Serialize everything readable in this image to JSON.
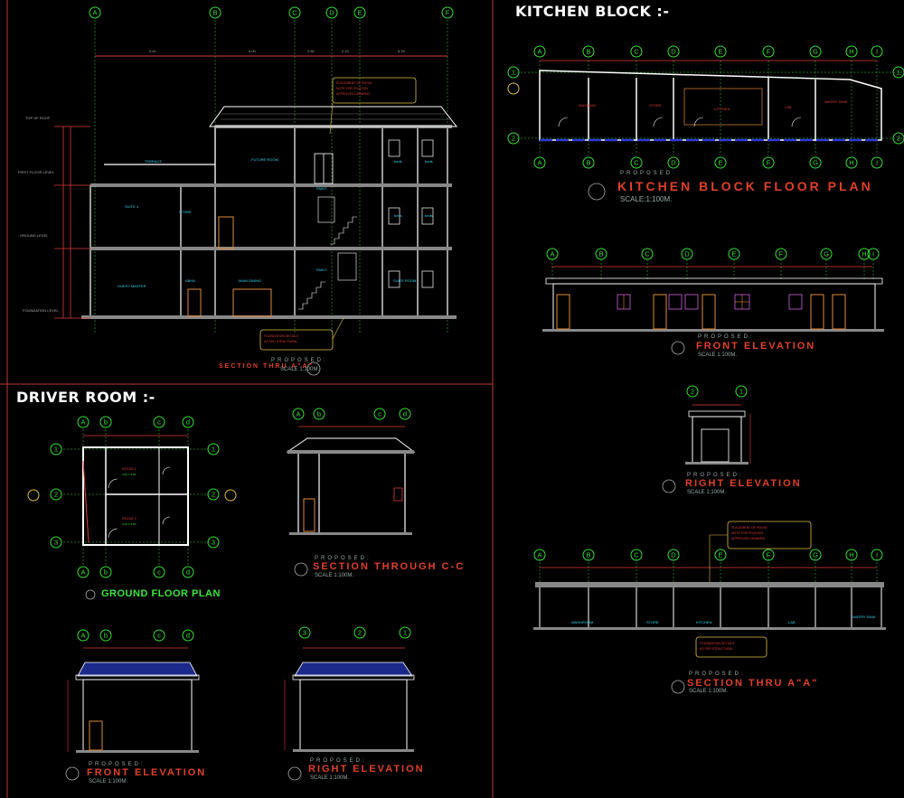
{
  "headers": {
    "kitchen_block": "KITCHEN BLOCK :-",
    "driver_room": "DRIVER ROOM :-"
  },
  "drawings": {
    "kitchen_plan": {
      "proposed": "PROPOSED:",
      "title": "KITCHEN BLOCK FLOOR PLAN",
      "scale": "SCALE:1:100M."
    },
    "kitchen_front": {
      "proposed": "PROPOSED:",
      "title": "FRONT ELEVATION",
      "scale": "SCALE 1:100M."
    },
    "kitchen_right": {
      "proposed": "PROPOSED:",
      "title": "RIGHT ELEVATION",
      "scale": "SCALE 1:100M."
    },
    "kitchen_section": {
      "proposed": "PROPOSED:",
      "title": "SECTION THRU A\"A\"",
      "scale": "SCALE 1:100M."
    },
    "main_section": {
      "proposed": "PROPOSED:",
      "title": "SECTION THRU A\"A\"",
      "scale": "SCALE 1:100M."
    },
    "driver_plan": {
      "title": "GROUND FLOOR PLAN"
    },
    "driver_section": {
      "proposed": "PROPOSED:",
      "title": "SECTION THROUGH C-C",
      "scale": "SCALE 1:100M."
    },
    "driver_front": {
      "proposed": "PROPOSED:",
      "title": "FRONT ELEVATION",
      "scale": "SCALE 1:100M."
    },
    "driver_right": {
      "proposed": "PROPOSED:",
      "title": "RIGHT ELEVATION",
      "scale": "SCALE 1:100M."
    }
  },
  "grids": {
    "main_section": [
      "A",
      "B",
      "C",
      "D",
      "E",
      "F"
    ],
    "kitchen_plan": [
      "A",
      "B",
      "C",
      "D",
      "E",
      "F",
      "G",
      "H",
      "I"
    ],
    "kitchen_plan_rows": [
      "1",
      "2"
    ],
    "kitchen_front": [
      "A",
      "B",
      "C",
      "D",
      "E",
      "F",
      "G",
      "H",
      "I"
    ],
    "kitchen_right": [
      "2",
      "1"
    ],
    "kitchen_section": [
      "A",
      "B",
      "C",
      "D",
      "E",
      "F",
      "G",
      "H",
      "I"
    ],
    "driver_plan": [
      "A",
      "b",
      "c",
      "d"
    ],
    "driver_plan_rows": [
      "1",
      "2",
      "3"
    ],
    "driver_section": [
      "A",
      "b",
      "c",
      "d"
    ],
    "driver_front": [
      "A",
      "b",
      "c",
      "d"
    ],
    "driver_right": [
      "3",
      "2",
      "1"
    ]
  },
  "colors": {
    "background": "#000000",
    "panel_border": "#c0392b",
    "wall": "#ffffff",
    "dimension": "#e03a3a",
    "grid_bubble": "#35e035",
    "room_label": "#33d6f0",
    "door": "#e08a3a",
    "window": "#d060e0",
    "note_box": "#e0c040",
    "title": "#e0402a"
  }
}
